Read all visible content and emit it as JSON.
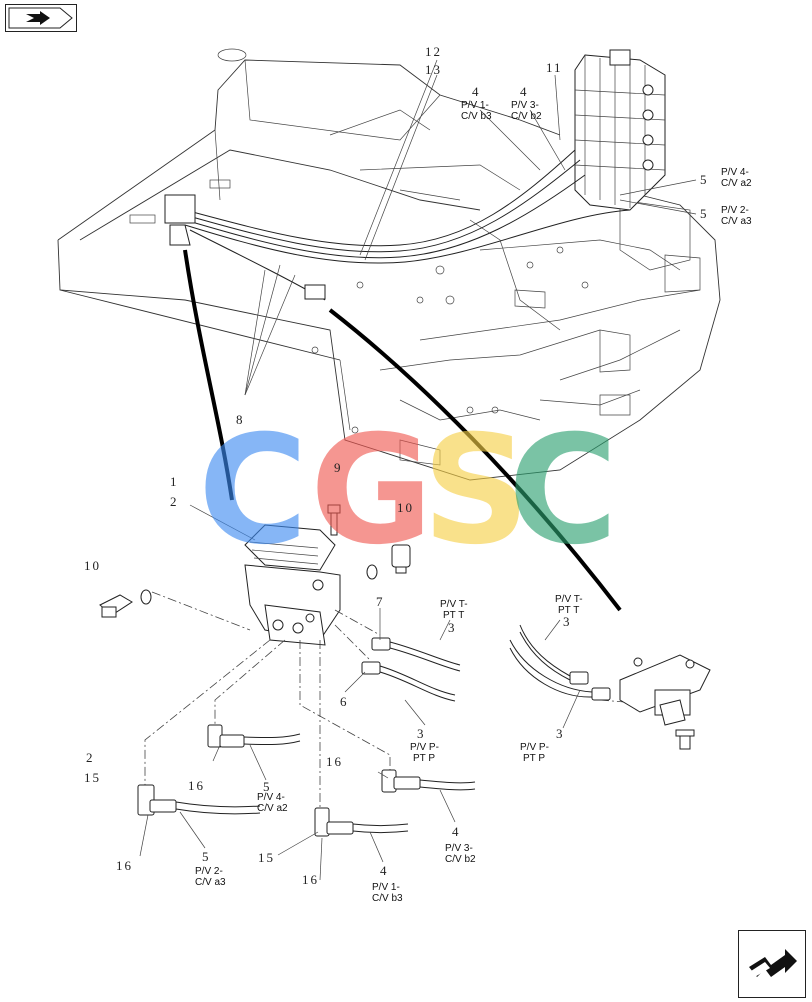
{
  "nav": {
    "prev_icon": "arrow-prev-icon",
    "next_icon": "arrow-next-icon"
  },
  "watermark": {
    "letters": [
      "C",
      "G",
      "S",
      "C"
    ],
    "colors": [
      "#3d8bf2",
      "#f0564f",
      "#f6cf45",
      "#2aa06f"
    ]
  },
  "callouts": {
    "c12": "12",
    "c13": "13",
    "c11": "11",
    "c4a": "4",
    "c4b": "4",
    "c5a": "5",
    "c5b": "5",
    "c8": "8",
    "c1": "1",
    "c2a": "2",
    "c9": "9",
    "c10a": "10",
    "c10b": "10",
    "c7": "7",
    "c6": "6",
    "c3a": "3",
    "c3b": "3",
    "c3c": "3",
    "c3d": "3",
    "c2b": "2",
    "c15a": "15",
    "c16a": "16",
    "c16b": "16",
    "c5c": "5",
    "c5d": "5",
    "c16c": "16",
    "c4c": "4",
    "c15b": "15",
    "c16d": "16",
    "c4d": "4"
  },
  "labels": {
    "pv1_cvb3_top": [
      "P/V 1-",
      "C/V b3"
    ],
    "pv3_cvb2_top": [
      "P/V 3-",
      "C/V b2"
    ],
    "pv4_cva2_top": [
      "P/V 4-",
      "C/V a2"
    ],
    "pv2_cva3_top": [
      "P/V 2-",
      "C/V a3"
    ],
    "pvt_ptt_mid": [
      "P/V T-",
      "PT T"
    ],
    "pvp_ptp_mid": [
      "P/V P-",
      "PT P"
    ],
    "pvt_ptt_right": [
      "P/V T-",
      "PT T"
    ],
    "pvp_ptp_right": [
      "P/V P-",
      "PT P"
    ],
    "pv4_cva2_bot": [
      "P/V 4-",
      "C/V a2"
    ],
    "pv3_cvb2_bot": [
      "P/V 3-",
      "C/V b2"
    ],
    "pv2_cva3_bot": [
      "P/V 2-",
      "C/V a3"
    ],
    "pv1_cvb3_bot": [
      "P/V 1-",
      "C/V b3"
    ]
  }
}
